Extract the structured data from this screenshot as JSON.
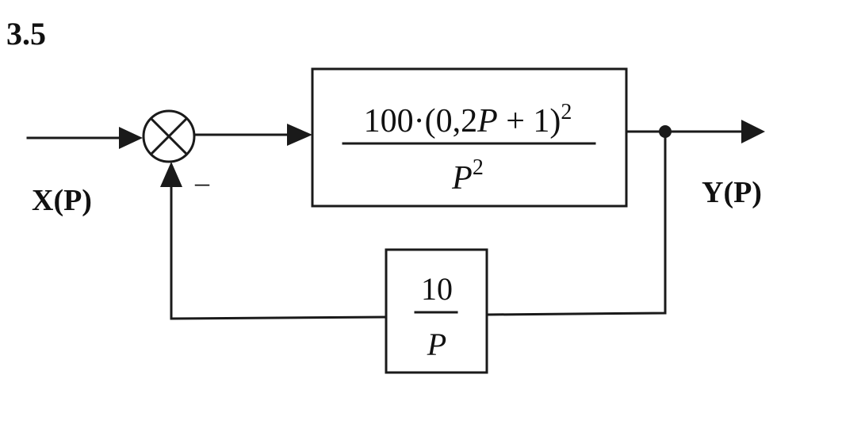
{
  "title": "3.5",
  "input_label": "X(P)",
  "output_label": "Y(P)",
  "summing_junction": {
    "feedback_sign": "–"
  },
  "forward_block": {
    "numerator_coef": "100",
    "numerator_dot": "·",
    "numerator_open": "(0,2",
    "numerator_var": "P",
    "numerator_rest": " + 1)",
    "numerator_exp": "2",
    "denominator_var": "P",
    "denominator_exp": "2"
  },
  "feedback_block": {
    "numerator": "10",
    "denominator": "P"
  }
}
